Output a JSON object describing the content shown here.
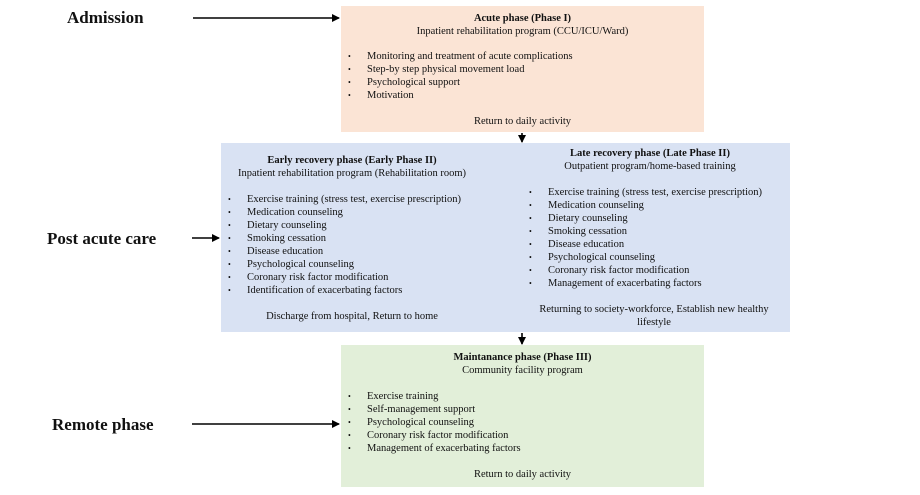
{
  "stages": {
    "admission": "Admission",
    "post_acute": "Post acute care",
    "remote": "Remote phase"
  },
  "acute_phase": {
    "title": "Acute phase (Phase I)",
    "subtitle": "Inpatient rehabilitation  program (CCU/ICU/Ward)",
    "items": [
      "Monitoring and treatment of acute complications",
      "Step-by step physical movement load",
      "Psychological support",
      "Motivation"
    ],
    "footer": "Return to daily activity",
    "color": "#fbe4d5"
  },
  "early_recovery": {
    "title": "Early recovery phase (Early Phase II)",
    "subtitle": "Inpatient rehabilitation  program (Rehabilitation room)",
    "items": [
      "Exercise training (stress test, exercise prescription)",
      "Medication counseling",
      "Dietary counseling",
      "Smoking cessation",
      "Disease education",
      "Psychological counseling",
      "Coronary risk factor modification",
      "Identification of exacerbating factors"
    ],
    "footer": "Discharge from hospital, Return to home",
    "color": "#d9e2f3"
  },
  "late_recovery": {
    "title": "Late recovery phase (Late Phase II)",
    "subtitle": "Outpatient program/home-based training",
    "items": [
      "Exercise training (stress test, exercise prescription)",
      "Medication counseling",
      "Dietary counseling",
      "Smoking cessation",
      "Disease education",
      "Psychological counseling",
      "Coronary risk factor modification",
      "Management of exacerbating factors"
    ],
    "footer": "Returning to society-workforce, Establish new healthy lifestyle"
  },
  "maintenance_phase": {
    "title": "Maintanance phase (Phase III)",
    "subtitle": "Community facility program",
    "items": [
      "Exercise training",
      "Self-management support",
      "Psychological counseling",
      "Coronary risk factor modification",
      "Management of exacerbating factors"
    ],
    "footer": "Return to daily activity",
    "color": "#e2efd9"
  },
  "bullet_glyph": "•"
}
